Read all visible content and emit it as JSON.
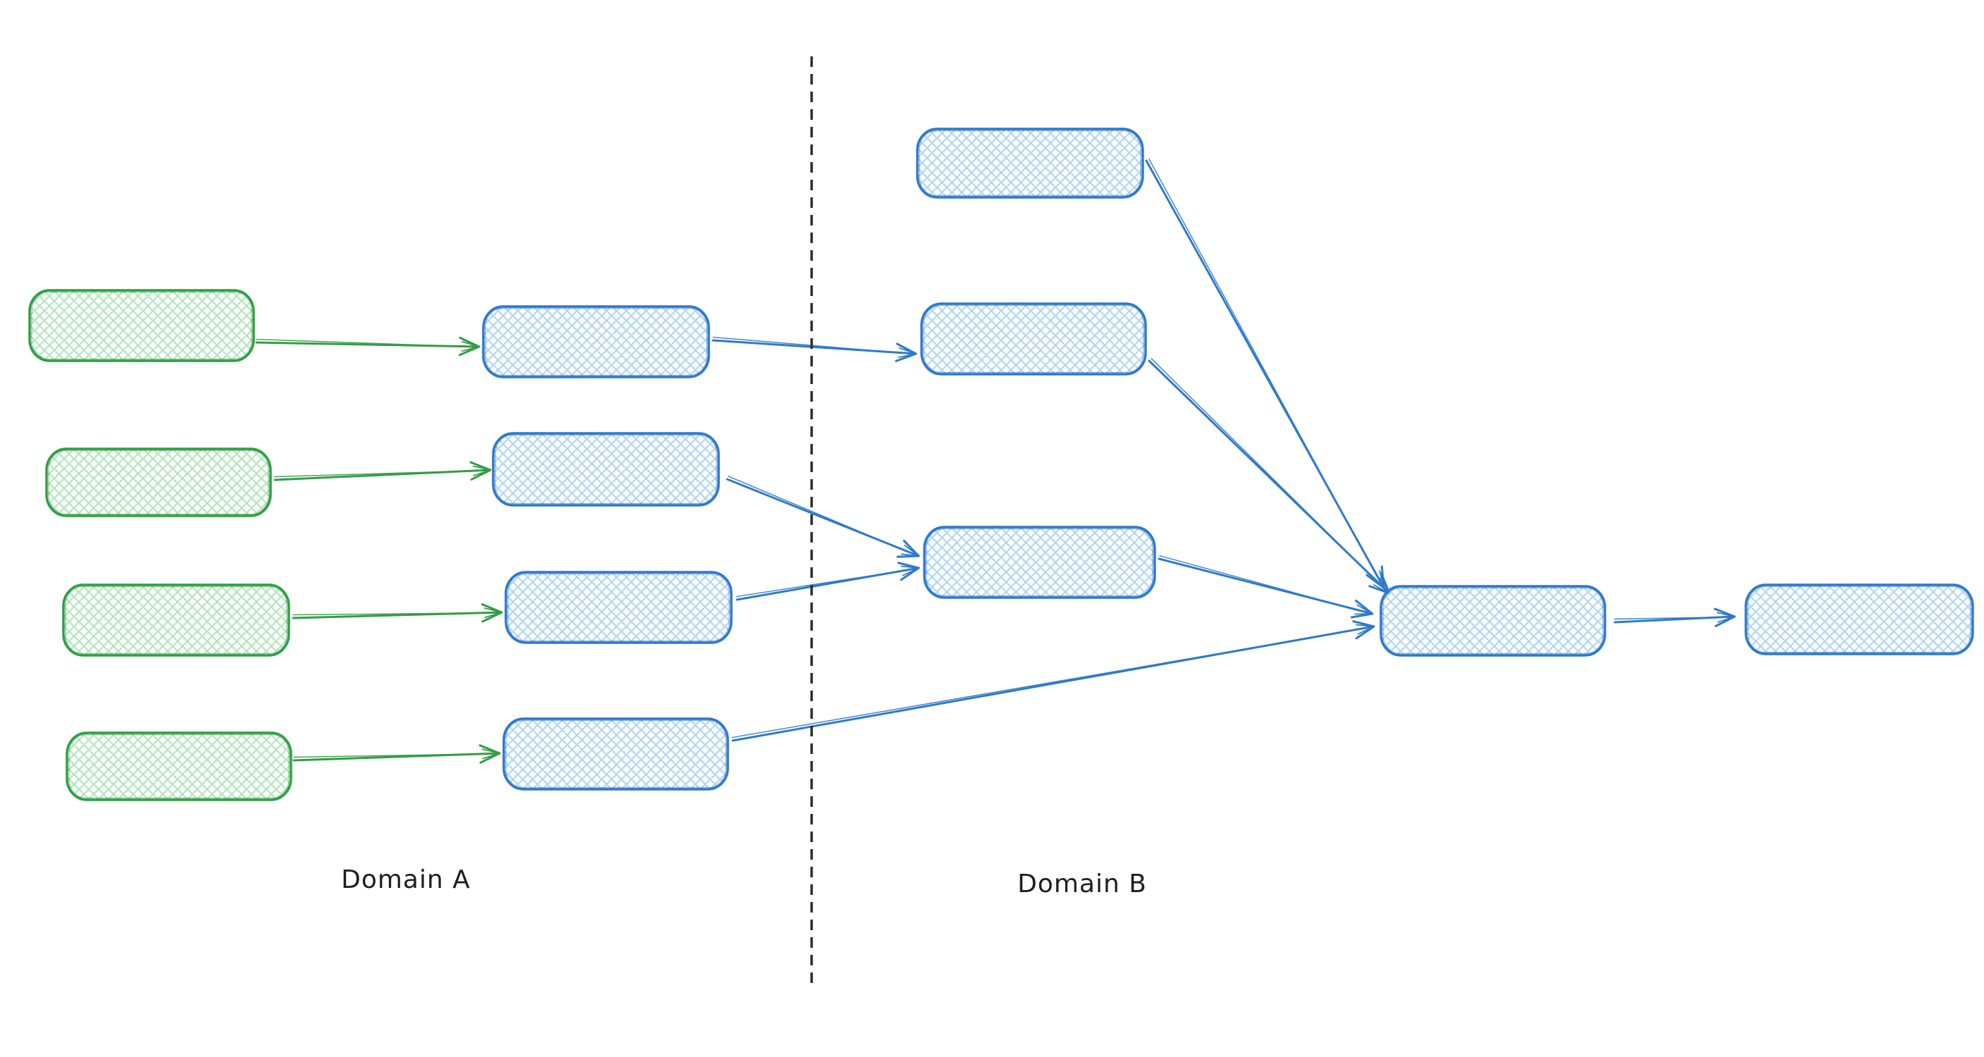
{
  "diagram": {
    "title": "",
    "labels": {
      "domain_a": "Domain A",
      "domain_b": "Domain B"
    },
    "colors": {
      "background": "#ffffff",
      "green_stroke": "#2f9e44",
      "green_hatch": "#b7e6c0",
      "blue_stroke": "#2e77cc",
      "blue_hatch": "#b5d7f4",
      "arrow_green": "#339c46",
      "arrow_blue": "#2e79cc",
      "divider": "#2b2b2b",
      "label_color": "#1e1e1e"
    },
    "nodes": [
      {
        "id": "a-src-1",
        "domain": "A",
        "color": "green",
        "label": ""
      },
      {
        "id": "a-src-2",
        "domain": "A",
        "color": "green",
        "label": ""
      },
      {
        "id": "a-src-3",
        "domain": "A",
        "color": "green",
        "label": ""
      },
      {
        "id": "a-src-4",
        "domain": "A",
        "color": "green",
        "label": ""
      },
      {
        "id": "a-proc-1",
        "domain": "A",
        "color": "blue",
        "label": ""
      },
      {
        "id": "a-proc-2",
        "domain": "A",
        "color": "blue",
        "label": ""
      },
      {
        "id": "a-proc-3",
        "domain": "A",
        "color": "blue",
        "label": ""
      },
      {
        "id": "a-proc-4",
        "domain": "A",
        "color": "blue",
        "label": ""
      },
      {
        "id": "b-in-1",
        "domain": "B",
        "color": "blue",
        "label": ""
      },
      {
        "id": "b-in-2",
        "domain": "B",
        "color": "blue",
        "label": ""
      },
      {
        "id": "b-in-3",
        "domain": "B",
        "color": "blue",
        "label": ""
      },
      {
        "id": "b-merge",
        "domain": "B",
        "color": "blue",
        "label": ""
      },
      {
        "id": "b-out",
        "domain": "B",
        "color": "blue",
        "label": ""
      }
    ],
    "edges": [
      {
        "from": "a-src-1",
        "to": "a-proc-1",
        "color": "green"
      },
      {
        "from": "a-src-2",
        "to": "a-proc-2",
        "color": "green"
      },
      {
        "from": "a-src-3",
        "to": "a-proc-3",
        "color": "green"
      },
      {
        "from": "a-src-4",
        "to": "a-proc-4",
        "color": "green"
      },
      {
        "from": "a-proc-1",
        "to": "b-in-2",
        "color": "blue"
      },
      {
        "from": "a-proc-2",
        "to": "b-in-3",
        "color": "blue"
      },
      {
        "from": "a-proc-3",
        "to": "b-in-3",
        "color": "blue"
      },
      {
        "from": "a-proc-4",
        "to": "b-merge",
        "color": "blue"
      },
      {
        "from": "b-in-1",
        "to": "b-merge",
        "color": "blue"
      },
      {
        "from": "b-in-2",
        "to": "b-merge",
        "color": "blue"
      },
      {
        "from": "b-in-3",
        "to": "b-merge",
        "color": "blue"
      },
      {
        "from": "b-merge",
        "to": "b-out",
        "color": "blue"
      }
    ]
  }
}
